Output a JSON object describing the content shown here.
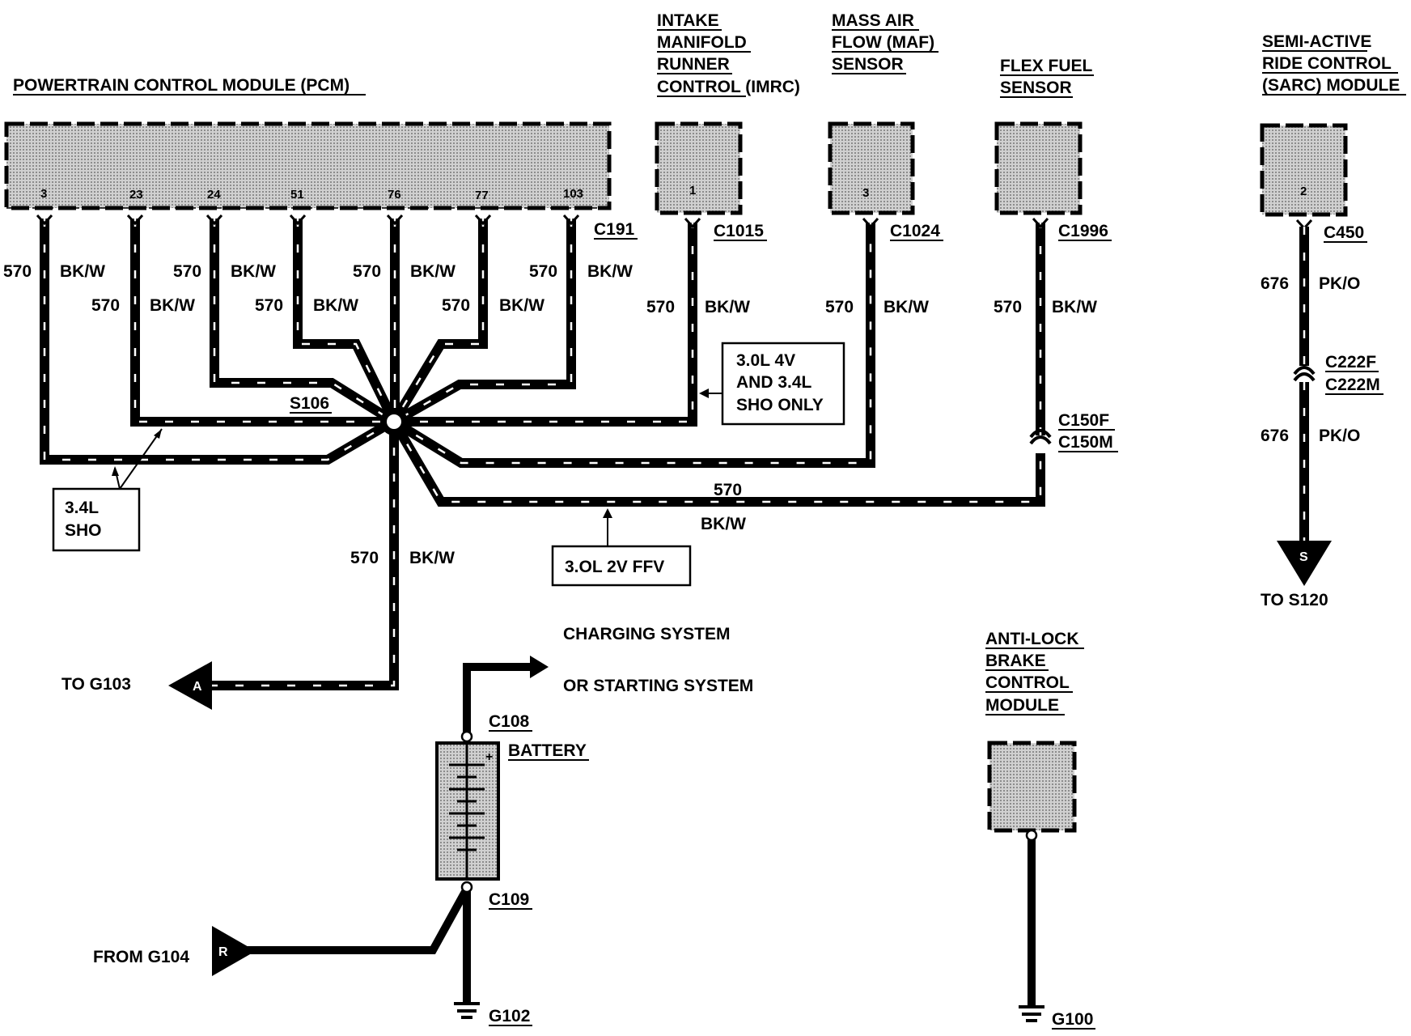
{
  "modules": {
    "pcm": {
      "label": "POWERTRAIN CONTROL MODULE (PCM)",
      "connector": "C191",
      "pins": [
        "3",
        "23",
        "24",
        "51",
        "76",
        "77",
        "103"
      ]
    },
    "imrc": {
      "lines": [
        "INTAKE",
        "MANIFOLD",
        "RUNNER",
        "CONTROL (IMRC)"
      ],
      "pin": "1",
      "connector": "C1015"
    },
    "maf": {
      "lines": [
        "MASS AIR",
        "FLOW (MAF)",
        "SENSOR"
      ],
      "pin": "3",
      "connector": "C1024"
    },
    "flex": {
      "lines": [
        "FLEX FUEL",
        "SENSOR"
      ],
      "connector": "C1996"
    },
    "sarc": {
      "lines": [
        "SEMI-ACTIVE",
        "RIDE CONTROL",
        "(SARC) MODULE"
      ],
      "pin": "2",
      "connector": "C450"
    },
    "abs": {
      "lines": [
        "ANTI-LOCK",
        "BRAKE",
        "CONTROL",
        "MODULE"
      ]
    }
  },
  "wires": {
    "circuit": "570",
    "color": "BK/W",
    "sarc_circuit": "676",
    "sarc_color": "PK/O"
  },
  "splice": "S106",
  "notes": {
    "sho_34": [
      "3.4L",
      "SHO"
    ],
    "v4": [
      "3.0L 4V",
      "AND 3.4L",
      "SHO ONLY"
    ],
    "ffv": "3.OL 2V FFV"
  },
  "connectors": {
    "c150": [
      "C150F",
      "C150M"
    ],
    "c222": [
      "C222F",
      "C222M"
    ],
    "c108": "C108",
    "c109": "C109"
  },
  "battery": {
    "label": "BATTERY",
    "plus": "+"
  },
  "grounds": {
    "g102": "G102",
    "g100": "G100"
  },
  "refs": {
    "to_g103": "TO G103",
    "a": "A",
    "from_g104": "FROM G104",
    "r": "R",
    "to_s120": "TO S120",
    "s": "S",
    "charging_1": "CHARGING SYSTEM",
    "charging_2": "OR STARTING SYSTEM"
  }
}
